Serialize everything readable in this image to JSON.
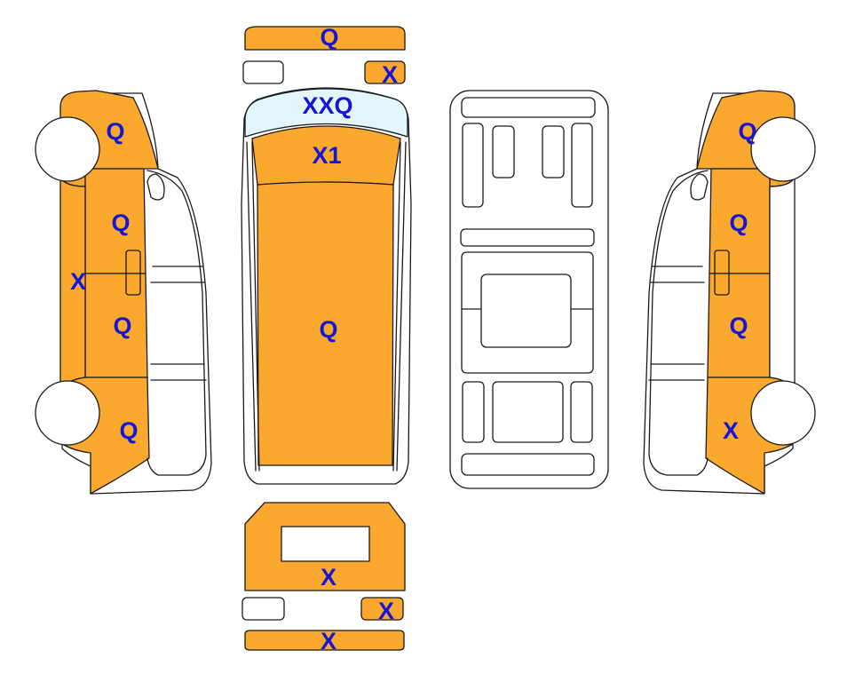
{
  "colors": {
    "damaged": "#FBA82F",
    "glass": "#E3F6FB",
    "outline": "#1a1a1a",
    "label": "#1515D4",
    "undamaged": "#ffffff"
  },
  "labels": {
    "front_bumper": "Q",
    "front_right_light": "X",
    "windshield": "XXQ",
    "hood": "X1",
    "roof": "Q",
    "left_front_fender": "Q",
    "left_front_door": "Q",
    "left_sill": "X",
    "left_rear_door": "Q",
    "left_rear_quarter": "Q",
    "right_front_fender": "Q",
    "right_front_door": "Q",
    "right_rear_door": "Q",
    "right_rear_quarter": "X",
    "rear_door": "X",
    "rear_right_light": "X",
    "rear_bumper": "X"
  }
}
